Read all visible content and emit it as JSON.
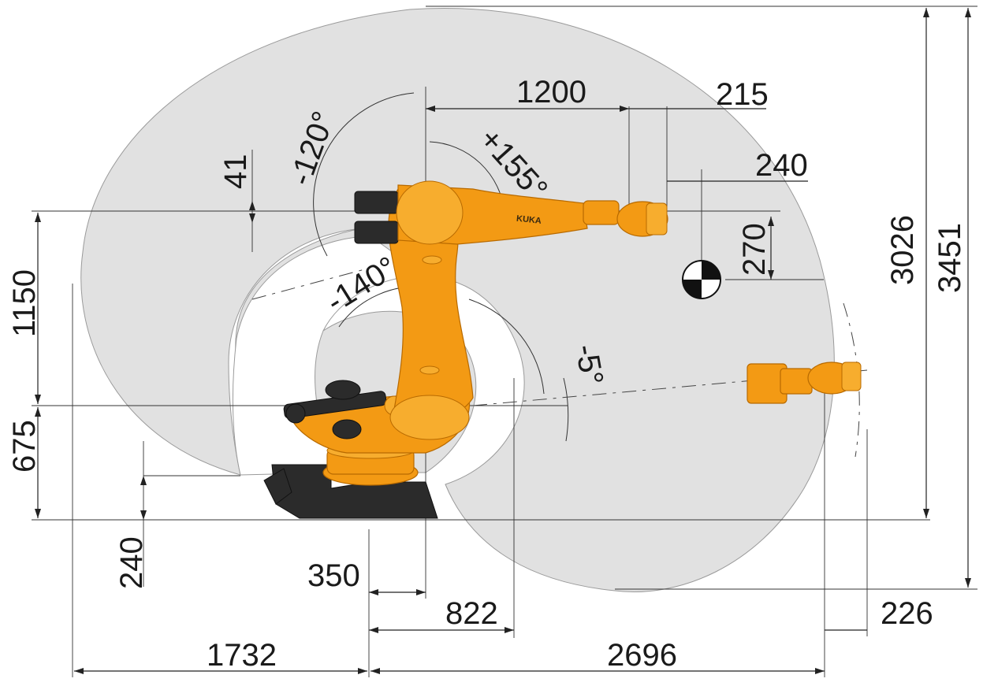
{
  "brand": "KUKA",
  "colors": {
    "envelope": "#d9d9d9",
    "robot": "#f39a14",
    "robot_dark": "#2b2b2b",
    "lines": "#222222"
  },
  "dimensions": {
    "d1200": "1200",
    "d215": "215",
    "d240_top": "240",
    "d270": "270",
    "d3026": "3026",
    "d3451": "3451",
    "d41": "41",
    "d1150": "1150",
    "d675": "675",
    "d240_left": "240",
    "d350": "350",
    "d822": "822",
    "d1732": "1732",
    "d2696": "2696",
    "d226": "226"
  },
  "angles": {
    "a_minus120": "-120°",
    "a_plus155": "+155°",
    "a_minus140": "-140°",
    "a_minus5": "-5°"
  }
}
